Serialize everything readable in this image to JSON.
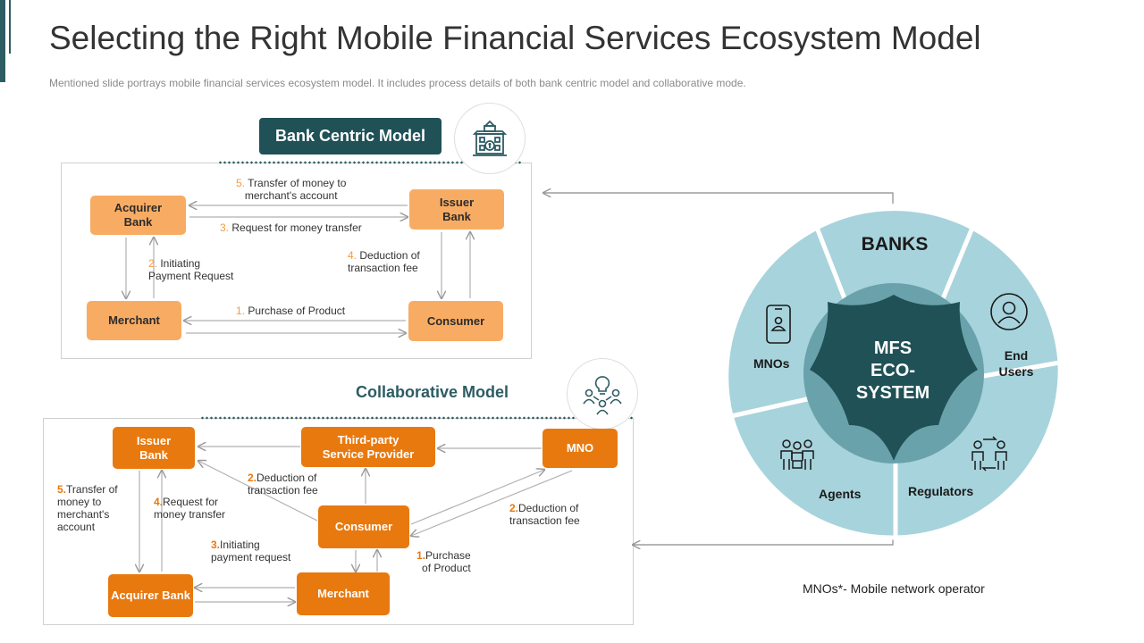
{
  "slide": {
    "title": "Selecting the Right Mobile Financial Services Ecosystem Model",
    "subtitle": "Mentioned slide portrays mobile financial services  ecosystem model. It includes process details of both bank centric model and collaborative  mode.",
    "footnote": "MNOs*- Mobile network operator"
  },
  "bank_centric": {
    "title": "Bank Centric Model",
    "icon": "bank-building-icon",
    "nodes": {
      "acquirer": "Acquirer\nBank",
      "issuer": "Issuer\nBank",
      "merchant": "Merchant",
      "consumer": "Consumer"
    },
    "labels": {
      "step5_num": "5.",
      "step5_text": " Transfer of money to\nmerchant's account",
      "step3_num": "3.",
      "step3_text": " Request for money transfer",
      "step2_num": "2.",
      "step2_text": " Initiating\nPayment Request",
      "step4_num": "4.",
      "step4_text": " Deduction of\ntransaction fee",
      "step1_num": "1.",
      "step1_text": " Purchase of Product"
    }
  },
  "collaborative": {
    "title": "Collaborative Model",
    "icon": "people-idea-icon",
    "nodes": {
      "issuer": "Issuer\nBank",
      "third_party": "Third-party\nService Provider",
      "mno": "MNO",
      "consumer": "Consumer",
      "acquirer": "Acquirer Bank",
      "merchant": "Merchant"
    },
    "labels": {
      "step5_num": "5.",
      "step5_text": "Transfer of\nmoney to\nmerchant's\naccount",
      "step4_num": "4.",
      "step4_text": "Request for\nmoney transfer",
      "step2a_num": "2.",
      "step2a_text": "Deduction of\ntransaction fee",
      "step2b_num": "2.",
      "step2b_text": "Deduction of\ntransaction fee",
      "step3_num": "3.",
      "step3_text": "Initiating\npayment request",
      "step1_num": "1.",
      "step1_text": "Purchase\nof Product"
    }
  },
  "ecosystem": {
    "center": [
      "MFS",
      "ECO-",
      "SYSTEM"
    ],
    "segments": {
      "banks": "BANKS",
      "end_users": [
        "End",
        "Users"
      ],
      "regulators": "Regulators",
      "agents": "Agents",
      "mnos": "MNOs"
    },
    "colors": {
      "outer": "#a7d3dc",
      "mid": "#6aa2ab",
      "center": "#1f5156"
    }
  }
}
